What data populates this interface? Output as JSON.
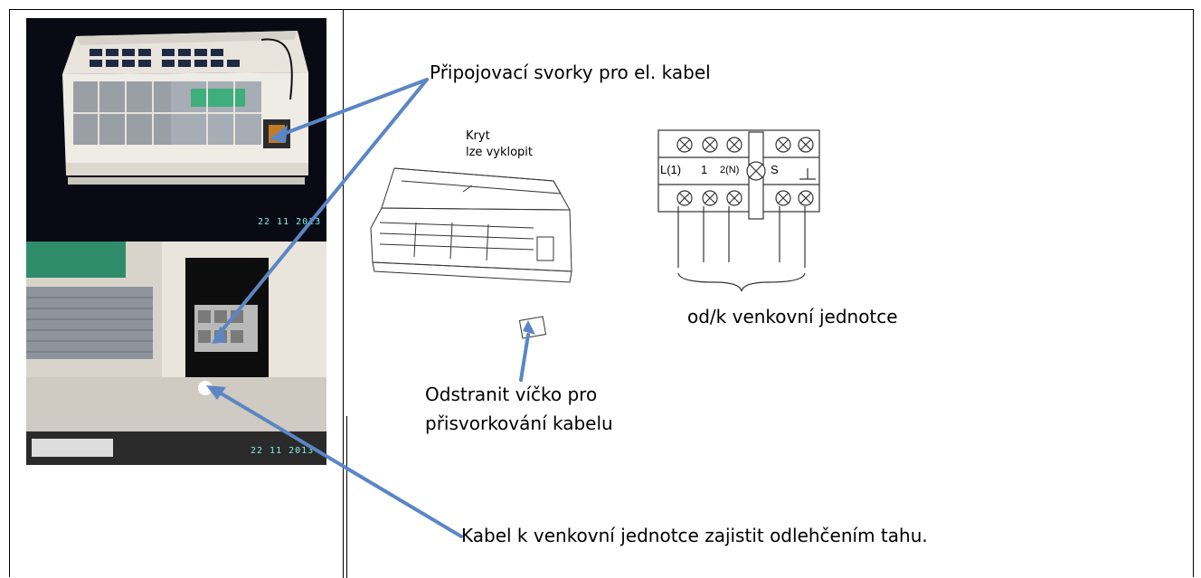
{
  "labels": {
    "terminals_heading": "Připojovací svorky pro el. kabel",
    "cover_line1": "Kryt",
    "cover_line2": "lze vyklopit",
    "remove_cap_line1": "Odstranit víčko pro",
    "remove_cap_line2": "přisvorkování kabelu",
    "outdoor_unit": "od/k venkovní jednotce",
    "cable_strain_relief": "Kabel k venkovní jednotce zajistit odlehčením tahu."
  },
  "terminal_block": {
    "terminals": [
      "L(1)",
      "1",
      "2(N)",
      "S"
    ]
  },
  "photos": {
    "top_date": "22 11 2013",
    "bottom_date": "22 11 2013"
  },
  "colors": {
    "arrow": "#5b86c5",
    "arrow_outline": "#3b5f96"
  }
}
